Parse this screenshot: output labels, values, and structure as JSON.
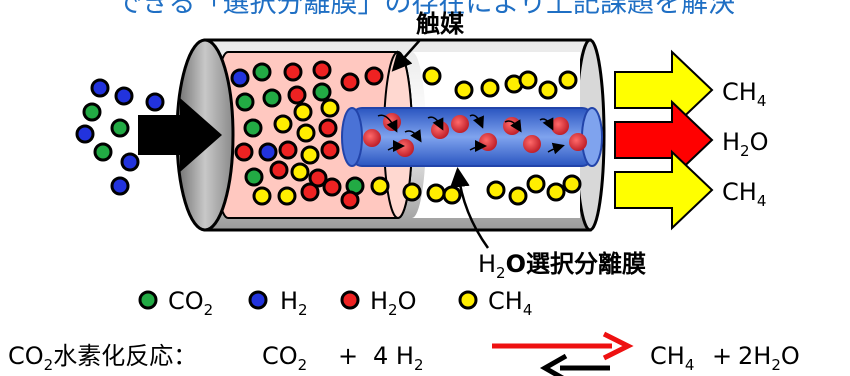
{
  "header": {
    "text": "できる「選択分離膜」の存在により上記課題を解決"
  },
  "labels": {
    "catalyst": "触媒",
    "membrane_prefix": "H",
    "membrane_sub": "2",
    "membrane_suffix": "O選択分離膜"
  },
  "outputs": [
    {
      "base": "CH",
      "sub": "4",
      "color": "#ffff00"
    },
    {
      "base": "H",
      "sub": "2",
      "tail": "O",
      "color": "#ff0000"
    },
    {
      "base": "CH",
      "sub": "4",
      "color": "#ffff00"
    }
  ],
  "legend": [
    {
      "base": "CO",
      "sub": "2",
      "tail": "",
      "color": "#22aa44"
    },
    {
      "base": "H",
      "sub": "2",
      "tail": "",
      "color": "#2233dd"
    },
    {
      "base": "H",
      "sub": "2",
      "tail": "O",
      "color": "#ee2222"
    },
    {
      "base": "CH",
      "sub": "4",
      "tail": "",
      "color": "#ffee00"
    }
  ],
  "reaction": {
    "name_prefix": "CO",
    "name_sub": "2",
    "name_suffix": "水素化反応：",
    "left_a": "CO",
    "left_a_sub": "2",
    "plus1": "+",
    "left_b": "4 H",
    "left_b_sub": "2",
    "right_a": "CH",
    "right_a_sub": "4",
    "plus2": "+",
    "right_b": "2H",
    "right_b_sub": "2",
    "right_b_tail": "O",
    "forward_color": "#ee1111",
    "reverse_color": "#000000"
  },
  "colors": {
    "co2": "#22aa44",
    "h2": "#2233dd",
    "h2o": "#ee2222",
    "ch4": "#ffee00",
    "catalyst_zone": "#ffc8c0",
    "membrane": "#3366cc"
  }
}
